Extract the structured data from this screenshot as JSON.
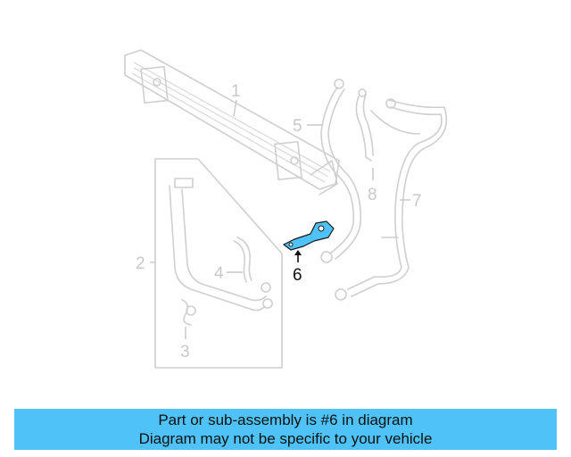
{
  "callouts": {
    "c1": "1",
    "c2": "2",
    "c3": "3",
    "c4": "4",
    "c5": "5",
    "c6": "6",
    "c7": "7",
    "c8": "8"
  },
  "highlight_color": "#4fc3f7",
  "banner": {
    "line1": "Part or sub-assembly is #6 in diagram",
    "line2": "Diagram may not be specific to your vehicle"
  }
}
